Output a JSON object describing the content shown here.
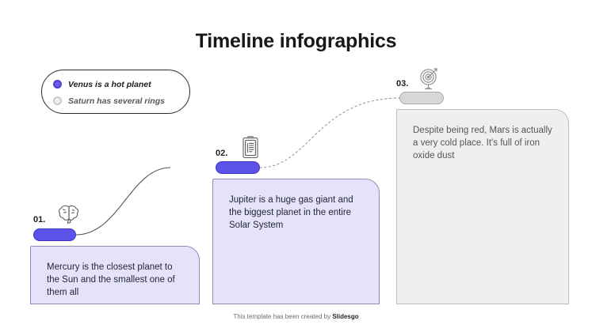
{
  "header": {
    "title": "Timeline infographics"
  },
  "legend": {
    "items": [
      {
        "label": "Venus is a hot planet",
        "icon": "filled-circle-icon",
        "color": "#6c5ce7"
      },
      {
        "label": "Saturn has several rings",
        "icon": "hollow-circle-icon",
        "color": "#c9c9cf"
      }
    ]
  },
  "steps": [
    {
      "number": "01.",
      "icon": "brain-icon",
      "text": "Mercury is the closest planet to the Sun and the smallest one of them all",
      "accent": "#5b52e8",
      "card_color": "#e4e3f9"
    },
    {
      "number": "02.",
      "icon": "clipboard-icon",
      "text": "Jupiter is a huge gas giant and the biggest planet in the entire Solar System",
      "accent": "#5b52e8",
      "card_color": "#e4e3f9"
    },
    {
      "number": "03.",
      "icon": "target-icon",
      "text": "Despite being red, Mars is actually a very cold place. It's full of iron oxide dust",
      "accent": "#d7d7d9",
      "card_color": "#efeff0"
    }
  ],
  "footer": {
    "prefix": "This template has been created by ",
    "brand": "Slidesgo"
  }
}
